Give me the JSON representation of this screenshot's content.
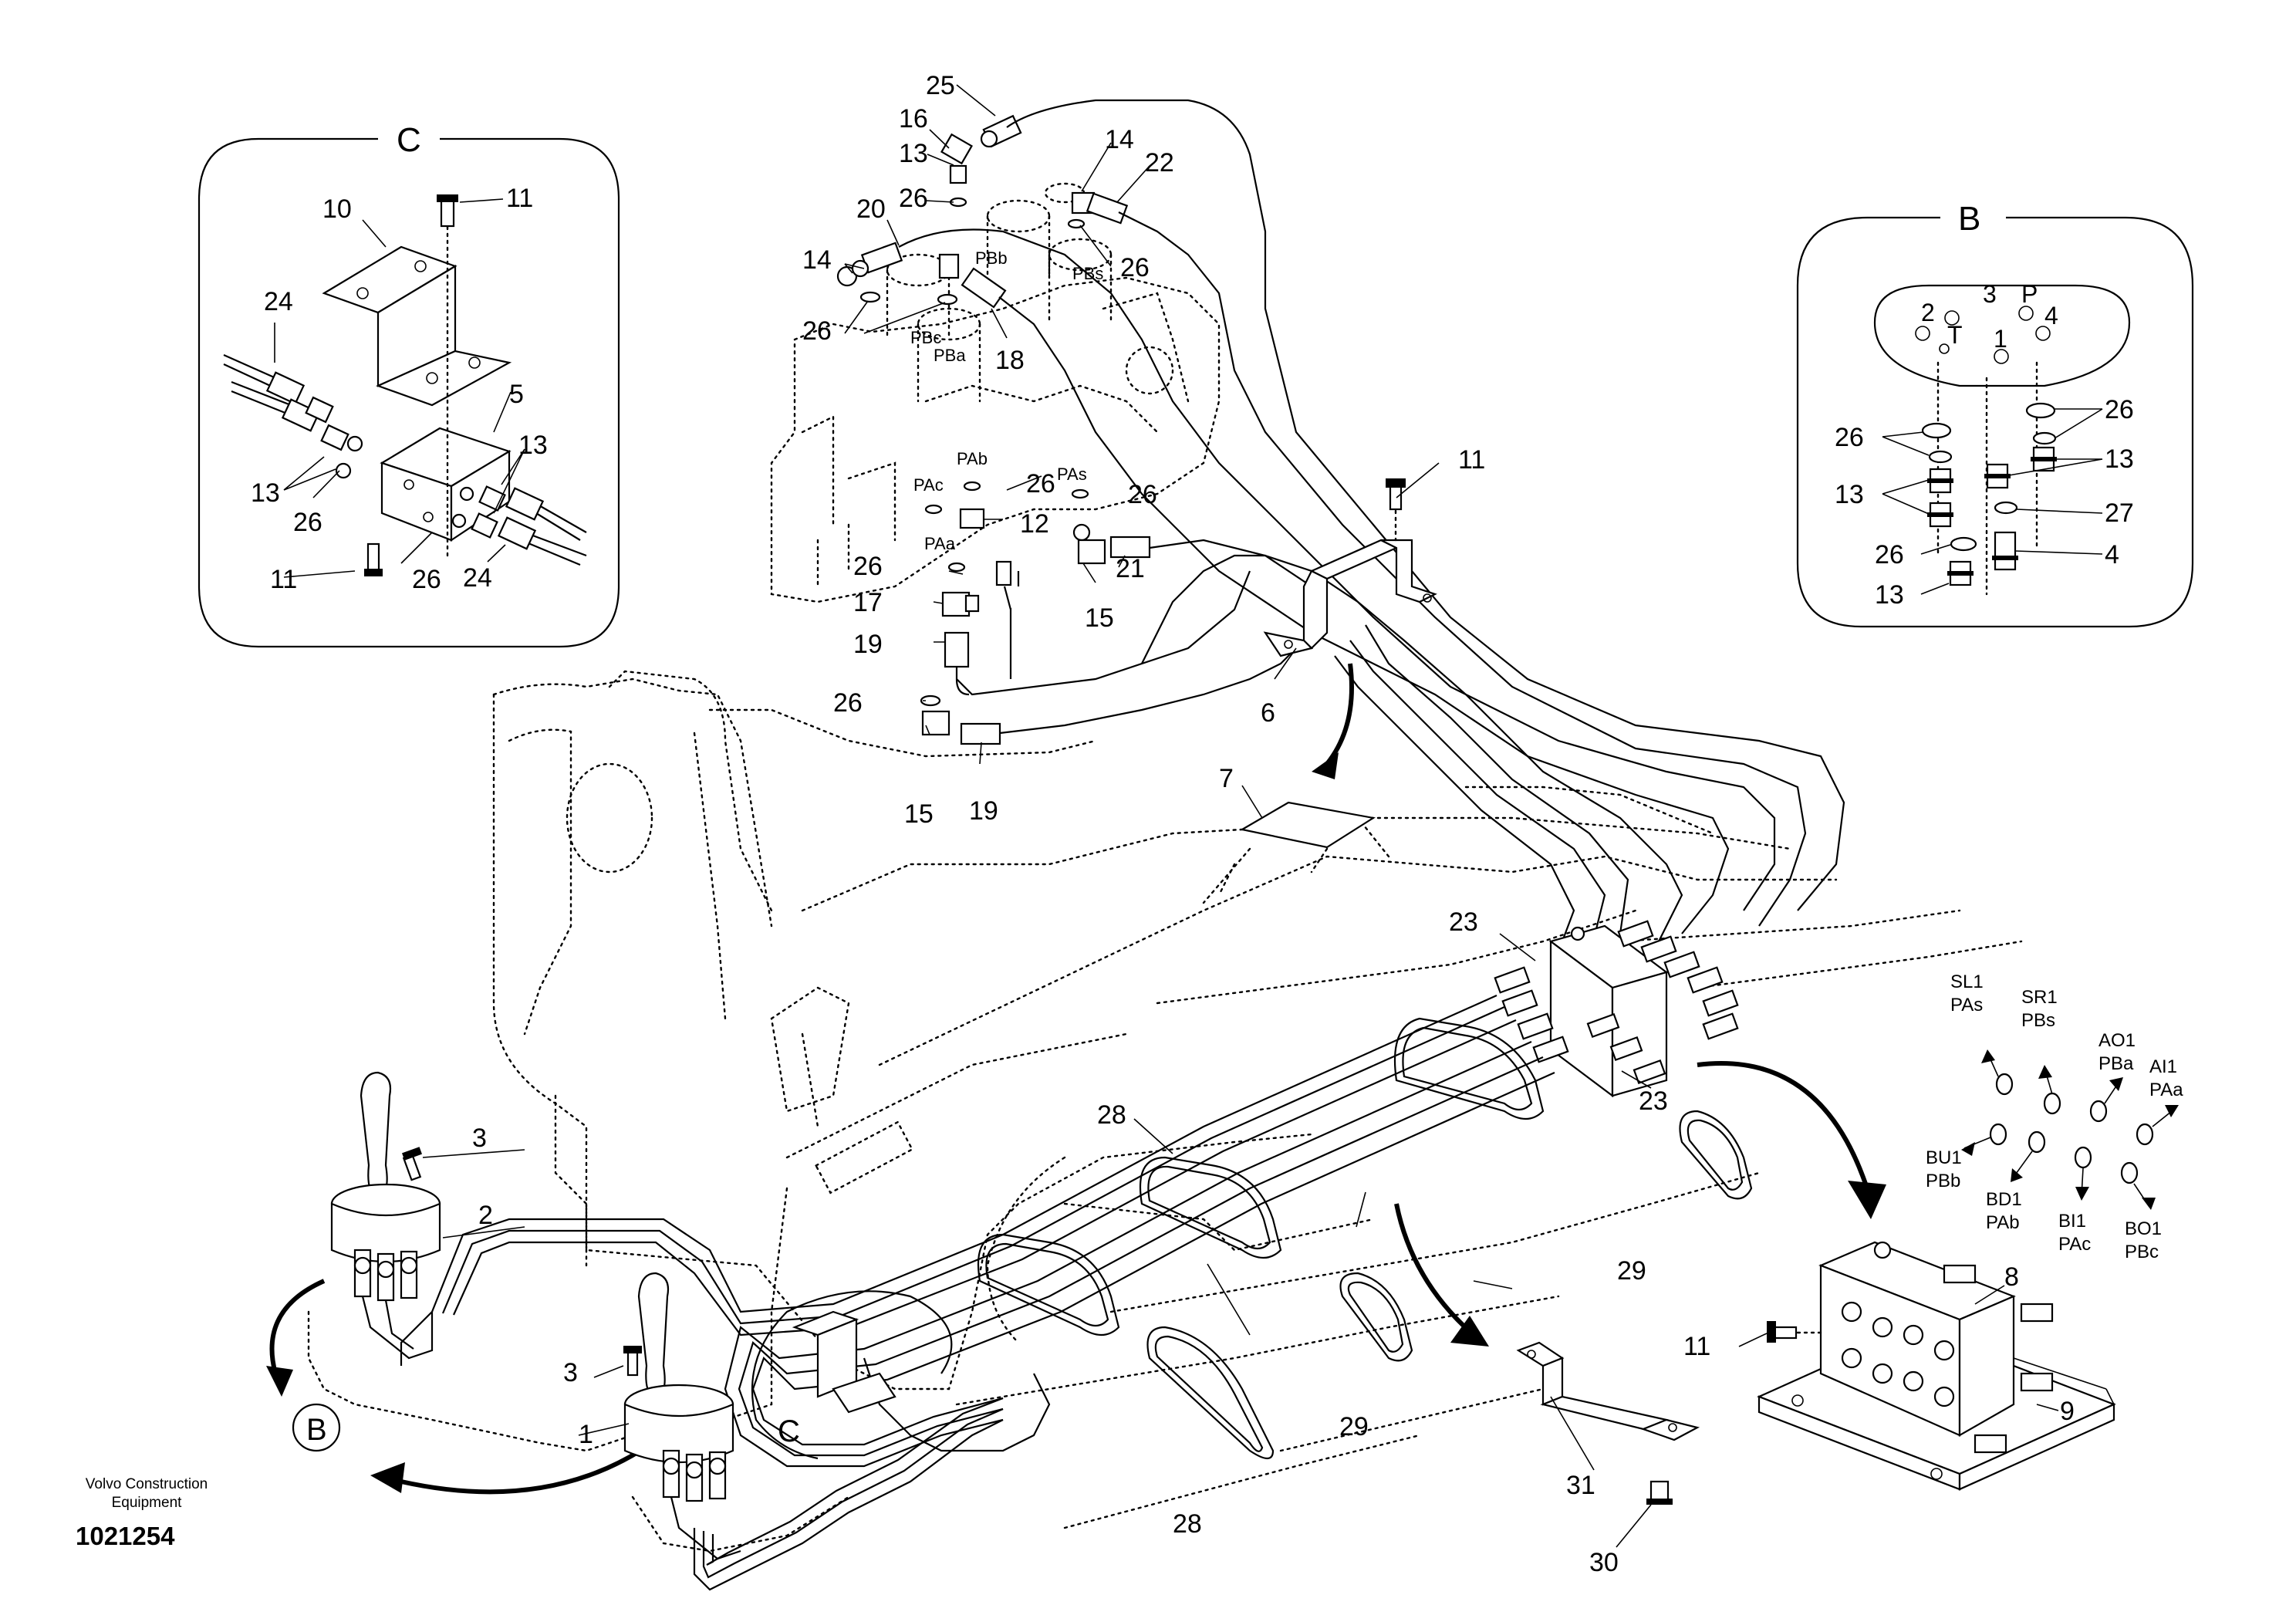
{
  "details": {
    "c": "C",
    "b": "B",
    "c_marker": "C",
    "b_marker": "B"
  },
  "callouts": {
    "n1": "1",
    "n2": "2",
    "n3a": "3",
    "n3b": "3",
    "n4": "4",
    "n5": "5",
    "n6": "6",
    "n7": "7",
    "n8": "8",
    "n9": "9",
    "n10": "10",
    "n11a": "11",
    "n11b": "11",
    "n11c": "11",
    "n11d": "11",
    "n12": "12",
    "n13a": "13",
    "n13b": "13",
    "n13c": "13",
    "n13d": "13",
    "n13e": "13",
    "n13f": "13",
    "n14a": "14",
    "n14b": "14",
    "n15a": "15",
    "n15b": "15",
    "n16": "16",
    "n17": "17",
    "n18": "18",
    "n19a": "19",
    "n19b": "19",
    "n20": "20",
    "n21": "21",
    "n22": "22",
    "n23a": "23",
    "n23b": "23",
    "n24a": "24",
    "n24b": "24",
    "n25": "25",
    "n26a": "26",
    "n26b": "26",
    "n26c": "26",
    "n26d": "26",
    "n26e": "26",
    "n26f": "26",
    "n26g": "26",
    "n26h": "26",
    "n26i": "26",
    "n26j": "26",
    "n26k": "26",
    "n26l": "26",
    "n27": "27",
    "n28a": "28",
    "n28b": "28",
    "n29a": "29",
    "n29b": "29",
    "n30": "30",
    "n31": "31"
  },
  "ports": {
    "pbb": "PBb",
    "pbs": "PBs",
    "pbc": "PBc",
    "pba": "PBa",
    "pab": "PAb",
    "pac": "PAc",
    "pas": "PAs",
    "paa": "PAa"
  },
  "detail_b_ports": {
    "p1": "1",
    "p2": "2",
    "p3": "3",
    "p4": "4",
    "pP": "P",
    "pT": "T"
  },
  "port_legend": [
    {
      "code": "SL1",
      "port": "PAs"
    },
    {
      "code": "SR1",
      "port": "PBs"
    },
    {
      "code": "AO1",
      "port": "PBa"
    },
    {
      "code": "AI1",
      "port": "PAa"
    },
    {
      "code": "BU1",
      "port": "PBb"
    },
    {
      "code": "BD1",
      "port": "PAb"
    },
    {
      "code": "BI1",
      "port": "PAc"
    },
    {
      "code": "BO1",
      "port": "PBc"
    }
  ],
  "footer": {
    "brand_line1": "Volvo Construction",
    "brand_line2": "Equipment",
    "drawing_number": "1021254"
  }
}
